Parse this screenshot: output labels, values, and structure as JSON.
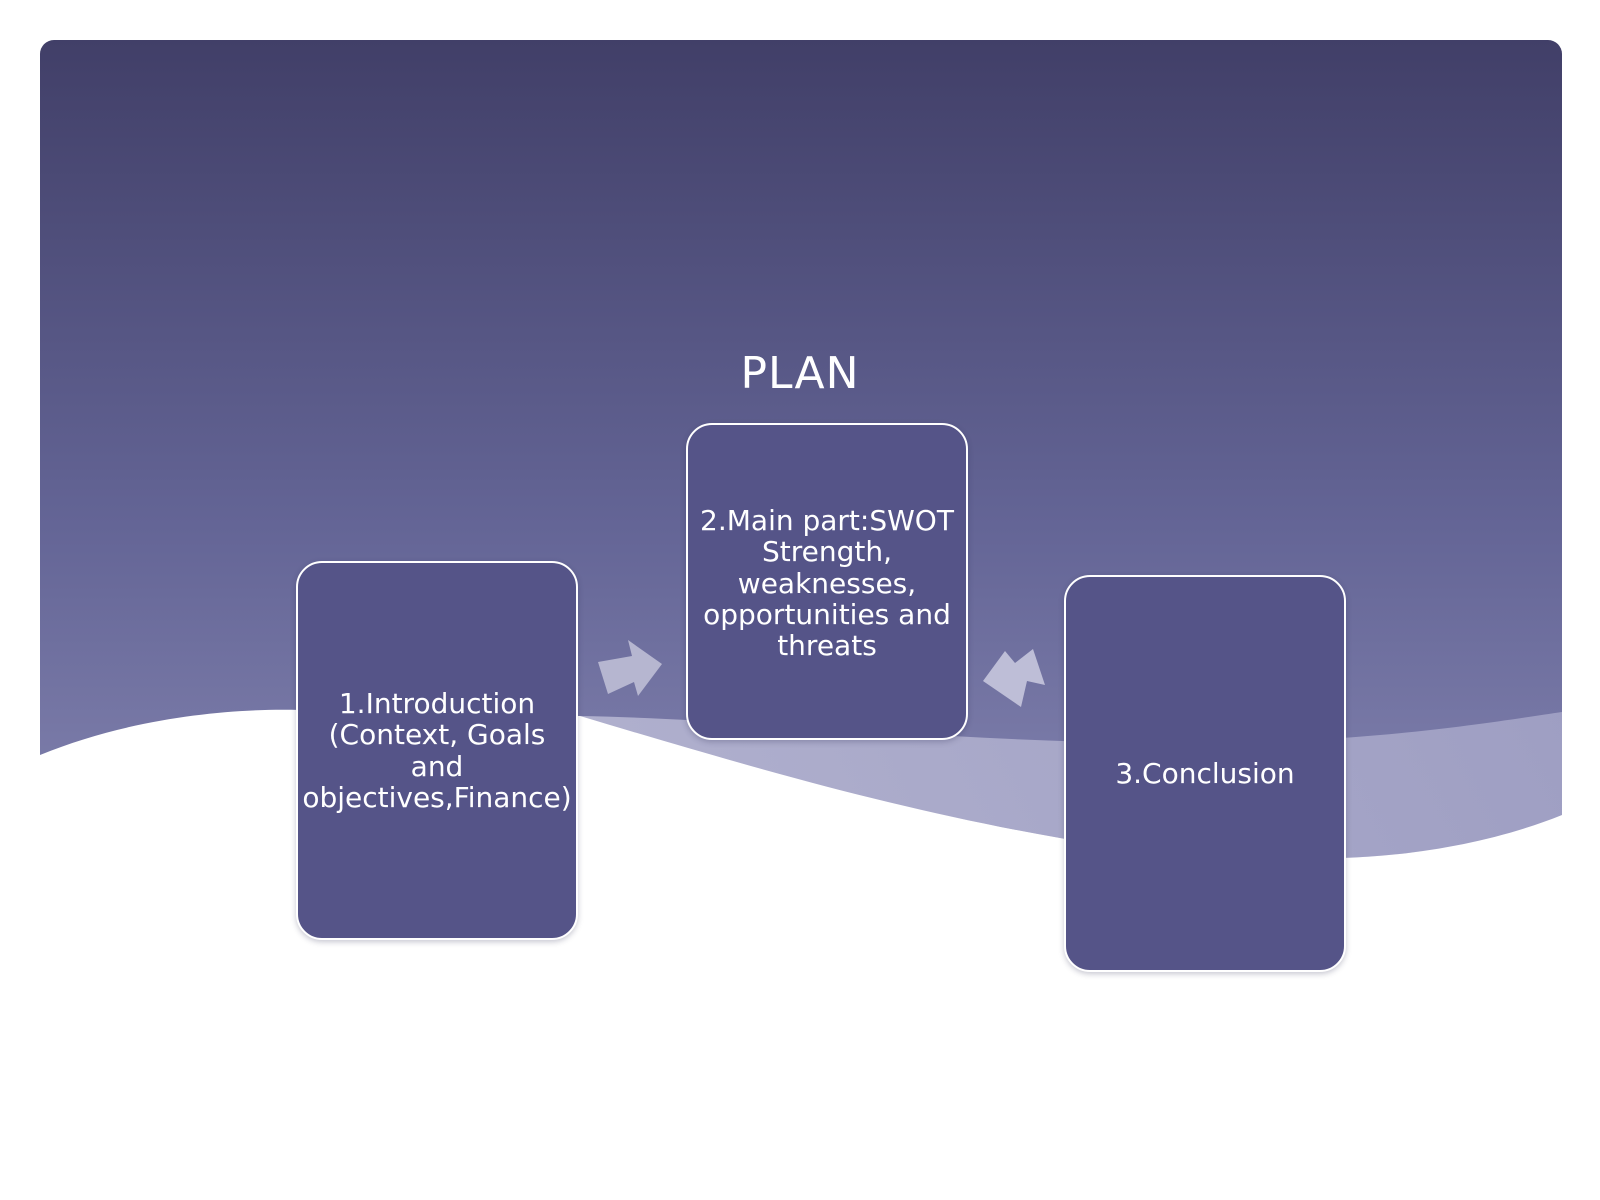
{
  "slide": {
    "title": "PLAN",
    "steps": [
      {
        "label": "1.Introduction\n(Context, Goals\nand\nobjectives,Finance)"
      },
      {
        "label": "2.Main part:SWOT\nStrength,\nweaknesses,\nopportunities and\nthreats"
      },
      {
        "label": "3.Conclusion"
      }
    ]
  },
  "colors": {
    "background_top": "#413f68",
    "background_bottom": "#8a8ab5",
    "box_fill": "#555488",
    "box_border": "#ffffff",
    "arrow": "#b9b9d3",
    "text": "#ffffff"
  },
  "icons": {
    "connector": "chevron-arrow-icon"
  }
}
